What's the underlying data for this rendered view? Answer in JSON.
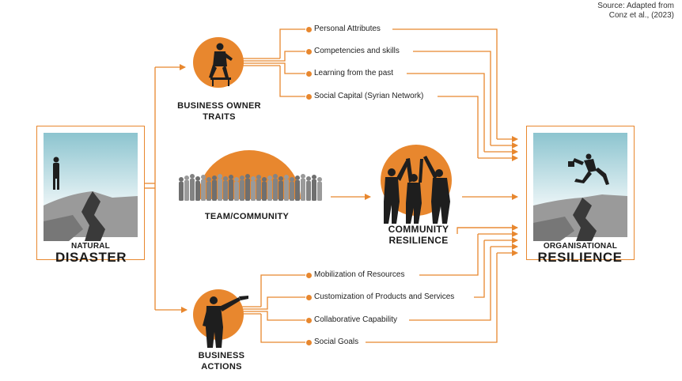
{
  "source": {
    "line1": "Source: Adapted from",
    "line2": "Conz et al., (2023)"
  },
  "natural_disaster": {
    "small": "NATURAL",
    "big": "DISASTER"
  },
  "organisational_resilience": {
    "small": "ORGANISATIONAL",
    "big": "RESILIENCE"
  },
  "business_owner_traits": {
    "line1": "BUSINESS OWNER",
    "line2": "TRAITS"
  },
  "team_community": {
    "label": "TEAM/COMMUNITY"
  },
  "community_resilience": {
    "line1": "COMMUNITY",
    "line2": "RESILIENCE"
  },
  "business_actions": {
    "line1": "BUSINESS",
    "line2": "ACTIONS"
  },
  "owner_traits_items": [
    "Personal Attributes",
    "Competencies and skills",
    "Learning from the past",
    "Social Capital (Syrian Network)"
  ],
  "business_actions_items": [
    "Mobilization of Resources",
    "Customization of Products and Services",
    "Collaborative Capability",
    "Social Goals"
  ],
  "colors": {
    "accent": "#e8872e",
    "silhouette": "#1e1e1e",
    "sky": "#a8d3dc"
  }
}
